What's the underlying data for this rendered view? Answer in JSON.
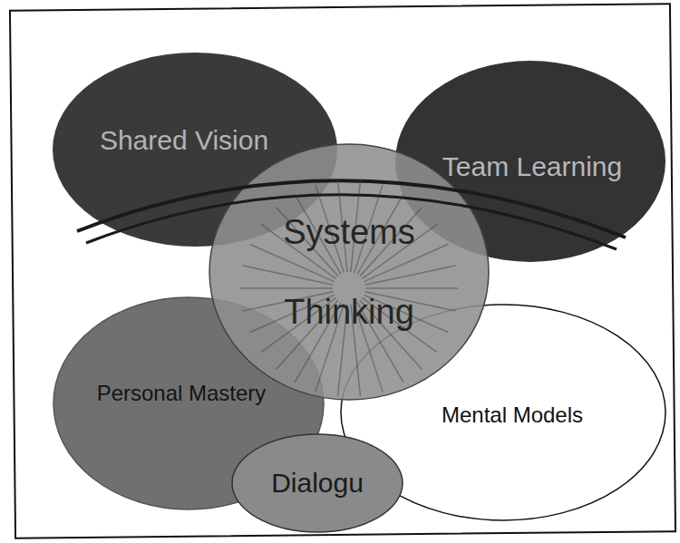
{
  "diagram": {
    "nodes": [
      {
        "text": [
          "Shared Vision"
        ]
      },
      {
        "text": [
          "Team Learning"
        ]
      },
      {
        "text": [
          "Systems Thinking"
        ]
      },
      {
        "text": [
          "Personal Mastery"
        ]
      },
      {
        "text": [
          "Mental Models"
        ]
      },
      {
        "text": [
          "Dialogu"
        ]
      }
    ]
  }
}
